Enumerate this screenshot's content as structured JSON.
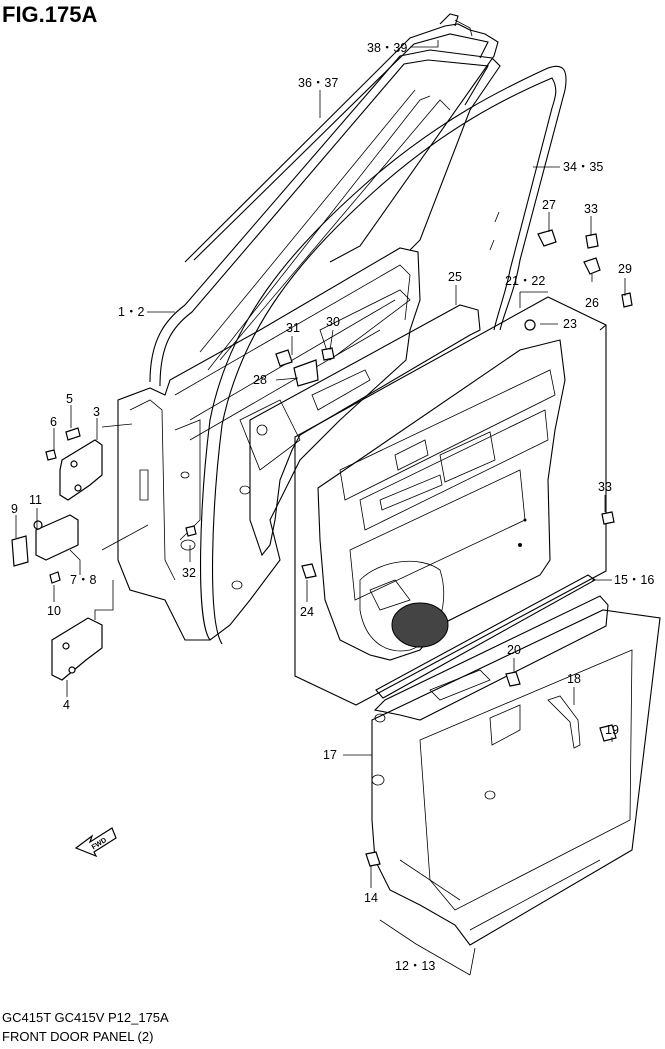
{
  "figure": {
    "title": "FIG.175A"
  },
  "footer": {
    "code": "GC415T GC415V P12_175A",
    "description": "FRONT DOOR PANEL (2)"
  },
  "fwd_arrow": {
    "label": "FWD"
  },
  "callouts": {
    "c_38_39": "38・39",
    "c_36_37": "36・37",
    "c_34_35": "34・35",
    "c_1_2": "1・2",
    "c_27": "27",
    "c_33a": "33",
    "c_29": "29",
    "c_26": "26",
    "c_21_22": "21・22",
    "c_25": "25",
    "c_23": "23",
    "c_31": "31",
    "c_30": "30",
    "c_28": "28",
    "c_5": "5",
    "c_3": "3",
    "c_6": "6",
    "c_11": "11",
    "c_9": "9",
    "c_7_8": "7・8",
    "c_10": "10",
    "c_32": "32",
    "c_33b": "33",
    "c_4": "4",
    "c_24": "24",
    "c_15_16": "15・16",
    "c_20": "20",
    "c_18": "18",
    "c_19": "19",
    "c_17": "17",
    "c_14": "14",
    "c_12_13": "12・13"
  }
}
